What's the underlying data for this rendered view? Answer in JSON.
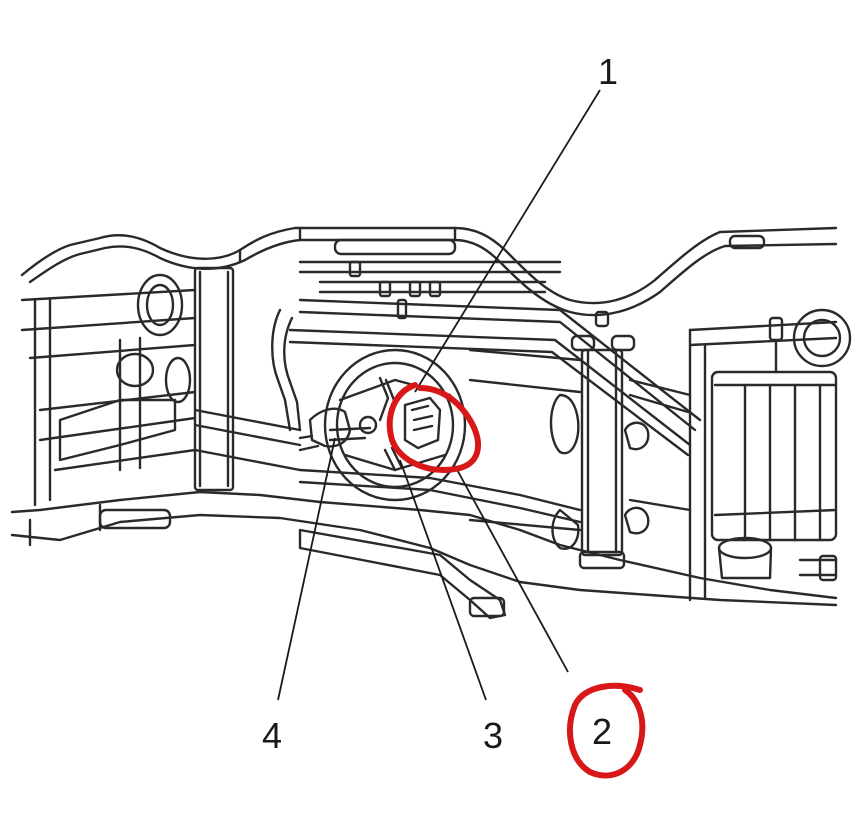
{
  "callouts": [
    {
      "id": "1",
      "text": "1"
    },
    {
      "id": "2",
      "text": "2"
    },
    {
      "id": "3",
      "text": "3"
    },
    {
      "id": "4",
      "text": "4"
    }
  ],
  "colors": {
    "line_art": "#2a2a2a",
    "annotation_marker": "#d81818",
    "background": "#ffffff"
  }
}
